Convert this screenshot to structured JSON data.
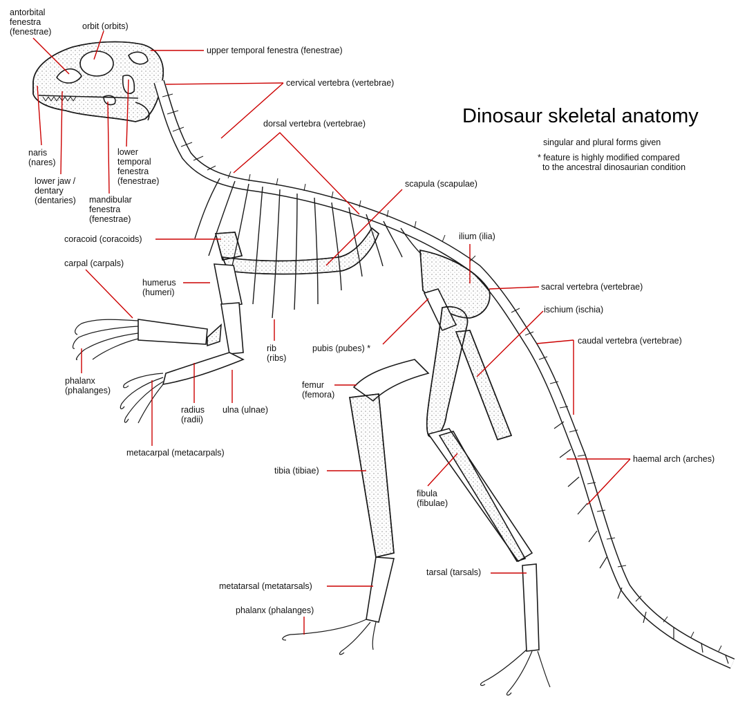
{
  "title": "Dinosaur skeletal anatomy",
  "notes": [
    "singular and plural forms given",
    "* feature is highly modified compared\n  to the ancestral dinosaurian condition"
  ],
  "labels": {
    "antorbital": "antorbital\nfenestra\n(fenestrae)",
    "orbit": "orbit (orbits)",
    "upper_temporal": "upper temporal fenestra (fenestrae)",
    "cervical": "cervical vertebra (vertebrae)",
    "dorsal": "dorsal vertebra (vertebrae)",
    "naris": "naris\n(nares)",
    "lower_jaw": "lower jaw /\ndentary\n(dentaries)",
    "lower_temporal": "lower\ntemporal\nfenestra\n(fenestrae)",
    "mandibular": "mandibular\nfenestra\n(fenestrae)",
    "scapula": "scapula (scapulae)",
    "coracoid": "coracoid (coracoids)",
    "ilium": "ilium (ilia)",
    "carpal": "carpal (carpals)",
    "humerus": "humerus\n(humeri)",
    "sacral": "sacral vertebra (vertebrae)",
    "ischium": "ischium (ischia)",
    "pubis": "pubis (pubes) *",
    "rib": "rib\n(ribs)",
    "caudal": "caudal vertebra (vertebrae)",
    "phalanx_hand": "phalanx\n(phalanges)",
    "femur": "femur\n(femora)",
    "radius": "radius\n(radii)",
    "ulna": "ulna (ulnae)",
    "metacarpal": "metacarpal (metacarpals)",
    "haemal": "haemal arch (arches)",
    "tibia": "tibia (tibiae)",
    "fibula": "fibula\n(fibulae)",
    "tarsal": "tarsal (tarsals)",
    "metatarsal": "metatarsal (metatarsals)",
    "phalanx_foot": "phalanx (phalanges)"
  },
  "colors": {
    "leader_line": "#cc0000",
    "bone_outline": "#1a1a1a",
    "bone_fill": "#ffffff",
    "stipple": "#555555"
  }
}
